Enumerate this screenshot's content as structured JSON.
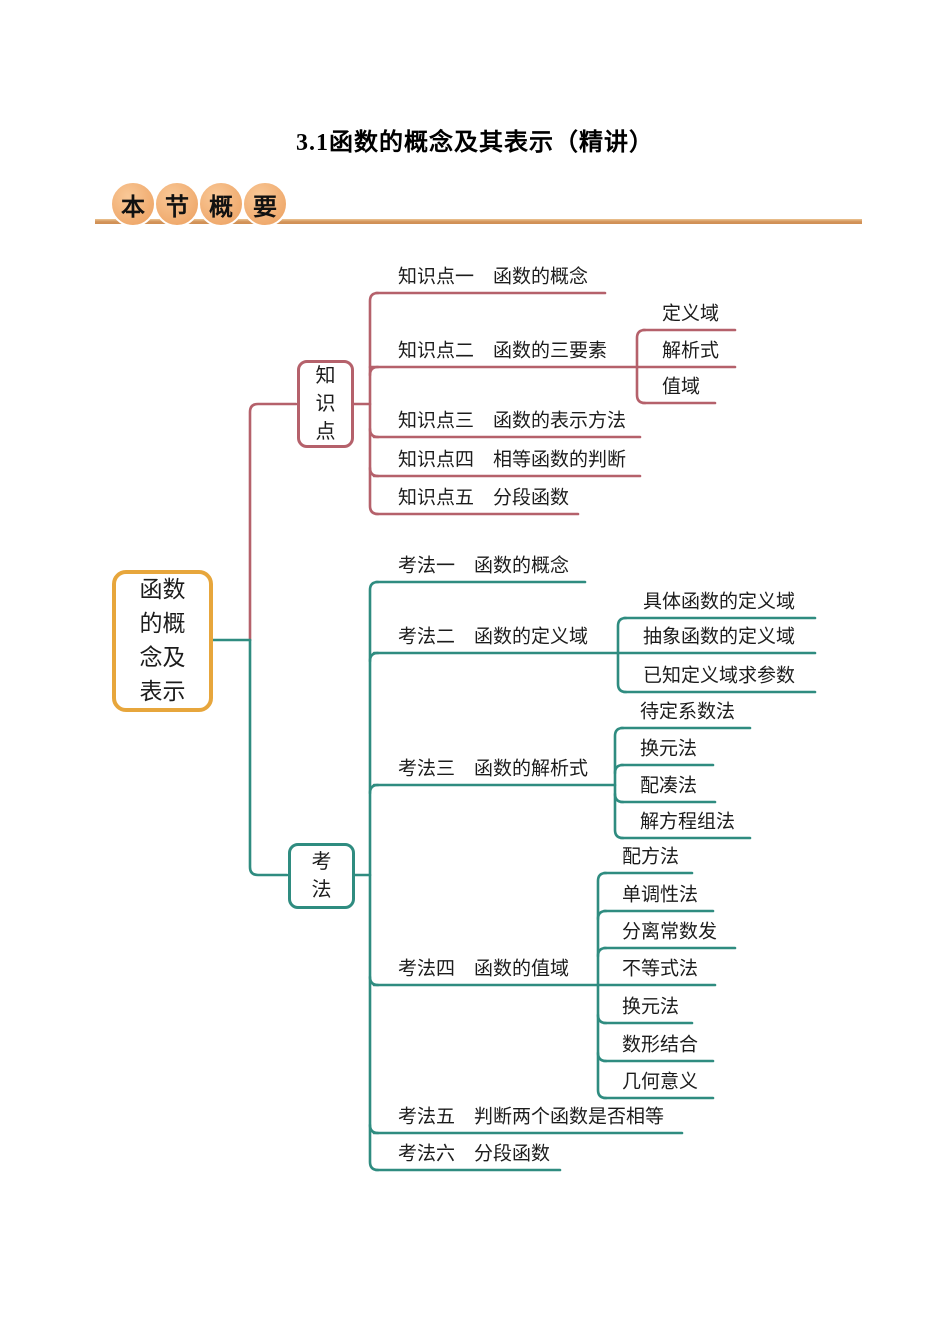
{
  "page": {
    "title": "3.1函数的概念及其表示（精讲）"
  },
  "badge": {
    "chars": [
      "本",
      "节",
      "概",
      "要"
    ]
  },
  "colors": {
    "root_gold": "#e7a63c",
    "knowledge_pink": "#b5616b",
    "method_teal": "#2f8c80",
    "badge_fill": "#f2ae74",
    "badge_bar": "#d3945a"
  },
  "mindmap": {
    "root_label": "函数的概念及表示",
    "knowledge": {
      "label": "知识点",
      "items": [
        "知识点一　函数的概念",
        "知识点二　函数的三要素",
        "知识点三　函数的表示方法",
        "知识点四　相等函数的判断",
        "知识点五　分段函数"
      ],
      "three_elements": [
        "定义域",
        "解析式",
        "值域"
      ]
    },
    "method": {
      "label": "考法",
      "items": [
        "考法一　函数的概念",
        "考法二　函数的定义域",
        "考法三　函数的解析式",
        "考法四　函数的值域",
        "考法五　判断两个函数是否相等",
        "考法六　分段函数"
      ],
      "domain_methods": [
        "具体函数的定义域",
        "抽象函数的定义域",
        "已知定义域求参数"
      ],
      "analytic_methods": [
        "待定系数法",
        "换元法",
        "配凑法",
        "解方程组法"
      ],
      "range_methods": [
        "配方法",
        "单调性法",
        "分离常数发",
        "不等式法",
        "换元法",
        "数形结合",
        "几何意义"
      ]
    }
  }
}
